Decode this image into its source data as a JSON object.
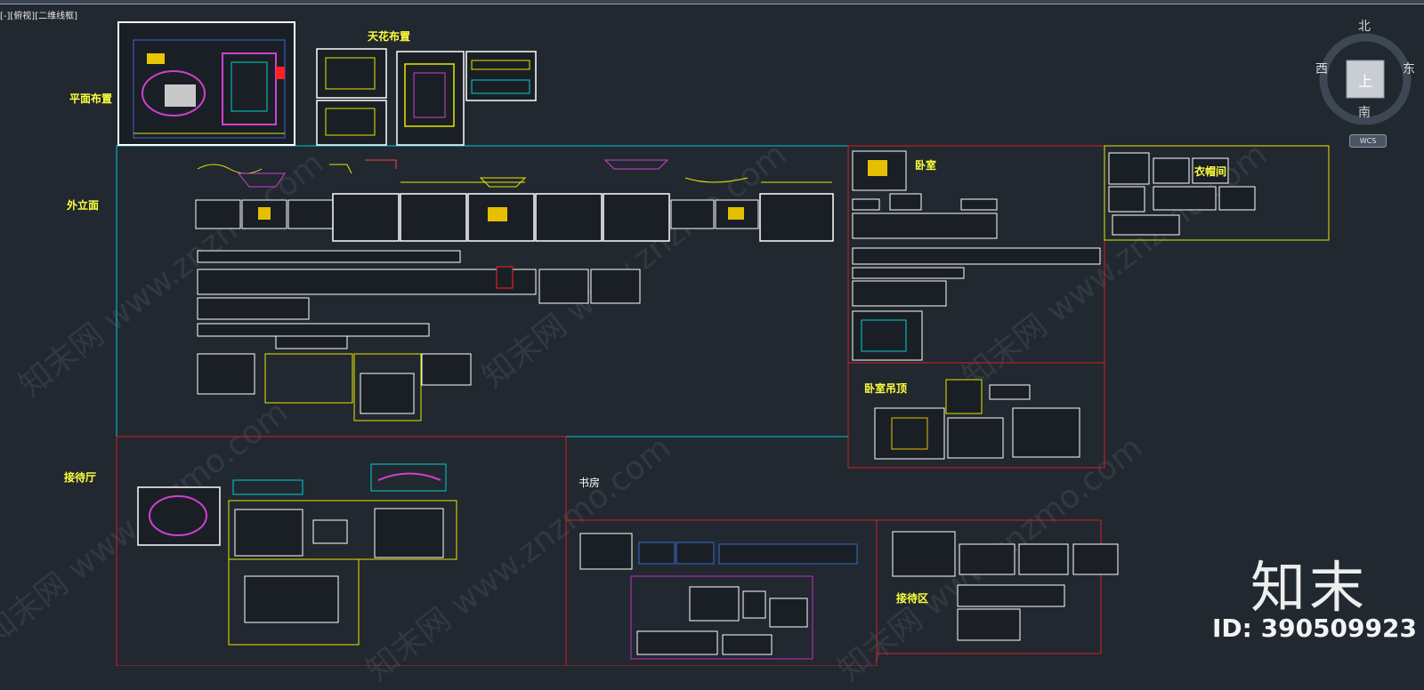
{
  "viewport": {
    "label": "[-][俯视][二维线框]"
  },
  "sections": {
    "floor_plan": "平面布置",
    "ceiling_layout": "天花布置",
    "exterior_elevation": "外立面",
    "bedroom": "卧室",
    "bedroom_ceiling": "卧室吊顶",
    "cloakroom": "衣帽间",
    "reception_hall": "接待厅",
    "study": "书房",
    "reception_area": "接待区"
  },
  "navcube": {
    "north": "北",
    "south": "南",
    "west": "西",
    "east": "东",
    "face": "上",
    "wcs": "WCS"
  },
  "watermark": {
    "text": "知末网 www.znzmo.com"
  },
  "brand": {
    "logo": "知末",
    "id": "ID: 390509923"
  },
  "colors": {
    "background": "#212830",
    "label": "#ffff3c",
    "cyan_frame": "#00c8d8",
    "red_frame": "#d42020",
    "yellow_frame": "#e6e600",
    "magenta_frame": "#c030c0"
  }
}
